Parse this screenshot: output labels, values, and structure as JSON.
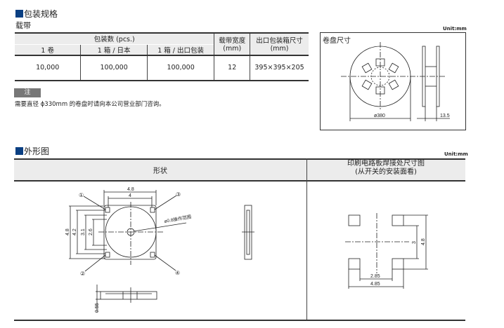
{
  "packaging": {
    "title": "包装规格",
    "subtitle": "载带",
    "table": {
      "group_header": "包装数 (pcs.)",
      "col_reel": "1 卷",
      "col_box_japan": "1 箱 / 日本",
      "col_box_export": "1 箱 / 出口包装",
      "col_tape_width": "载带宽度",
      "col_tape_width_unit": "(mm)",
      "col_export_box": "出口包装箱尺寸",
      "col_export_box_unit": "(mm)",
      "row": {
        "reel": "10,000",
        "box_japan": "100,000",
        "box_export": "100,000",
        "tape_width": "12",
        "export_box": "395×395×205"
      }
    },
    "note_label": "注",
    "note_text": "需要直径 ϕ330mm 的卷盘时请向本公司营业部门咨询。",
    "unit": "Unit:mm",
    "reel": {
      "title": "卷盘尺寸",
      "diameter": "ø380",
      "width": "13.5"
    }
  },
  "outline": {
    "title": "外形图",
    "unit": "Unit:mm",
    "shape_header": "形状",
    "pcb_header_line1": "印刷电路板焊接处尺寸图",
    "pcb_header_line2": "(从开关的安装面看)",
    "shape": {
      "dim_outer_w": "4.8",
      "dim_inner_w": "4",
      "dim_h1": "4.8",
      "dim_h2": "4.2",
      "dim_h3": "3.1",
      "dim_h4": "2.6",
      "op_range": "ø0.8操作范围",
      "height": "0.55",
      "pin1": "①",
      "pin2": "②",
      "pin3": "③",
      "pin4": "④"
    },
    "pcb": {
      "dim_pitch_v": "3",
      "dim_outer_v": "4.8",
      "dim_inner_h": "2.85",
      "dim_outer_h": "4.85"
    }
  }
}
